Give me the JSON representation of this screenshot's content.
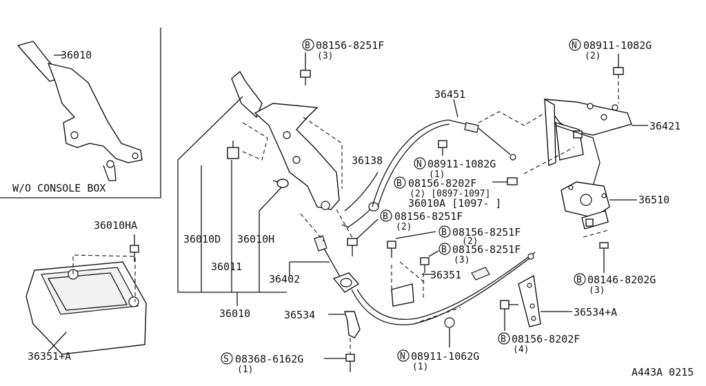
{
  "inset": {
    "part": "36010",
    "caption": "W/O CONSOLE BOX"
  },
  "parts": {
    "p36010HA": "36010HA",
    "p36351A": "36351+A",
    "p36010D": "36010D",
    "p36011": "36011",
    "p36010H": "36010H",
    "p36010": "36010",
    "p36402": "36402",
    "p36138": "36138",
    "p36451": "36451",
    "p36421": "36421",
    "p36510": "36510",
    "p36351": "36351",
    "p36534": "36534",
    "p36534A": "36534+A",
    "p36010A": "36010A [1097-        ]"
  },
  "fasteners": [
    {
      "prefix": "B",
      "number": "08156-8251F",
      "qty": "(3)"
    },
    {
      "prefix": "N",
      "number": "08911-1082G",
      "qty": "(2)"
    },
    {
      "prefix": "N",
      "number": "08911-1082G",
      "qty": "(1)"
    },
    {
      "prefix": "B",
      "number": "08156-8202F",
      "qty": "(2) [0897-1097]"
    },
    {
      "prefix": "B",
      "number": "08156-8251F",
      "qty": "(2)"
    },
    {
      "prefix": "B",
      "number": "08156-8251F",
      "qty": "(2)"
    },
    {
      "prefix": "B",
      "number": "08156-8251F",
      "qty": "(3)"
    },
    {
      "prefix": "B",
      "number": "08146-8202G",
      "qty": "(3)"
    },
    {
      "prefix": "B",
      "number": "08156-8202F",
      "qty": "(4)"
    },
    {
      "prefix": "N",
      "number": "08911-1062G",
      "qty": "(1)"
    },
    {
      "prefix": "S",
      "number": "08368-6162G",
      "qty": "(1)"
    }
  ],
  "footer": {
    "code": "A443A 0215"
  }
}
